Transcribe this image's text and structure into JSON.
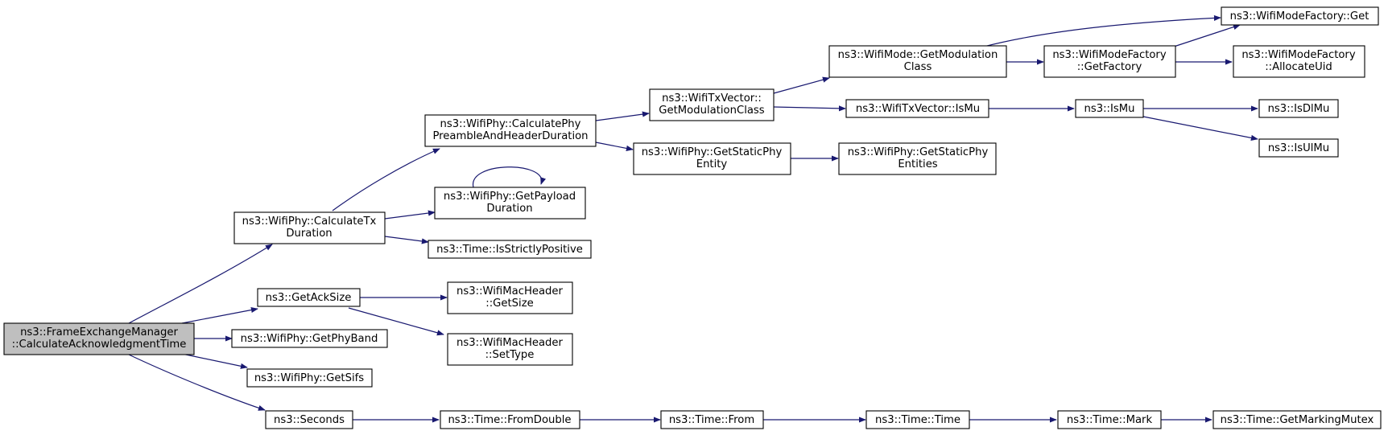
{
  "colors": {
    "edge": "#191970",
    "root_fill": "#bfbfbf",
    "node_fill": "#ffffff",
    "border": "#000000"
  },
  "nodes": {
    "root": [
      "ns3::FrameExchangeManager",
      "::CalculateAcknowledgmentTime"
    ],
    "calc_tx": [
      "ns3::WifiPhy::CalculateTx",
      "Duration"
    ],
    "get_ack": [
      "ns3::GetAckSize"
    ],
    "phy_band": [
      "ns3::WifiPhy::GetPhyBand"
    ],
    "sifs": [
      "ns3::WifiPhy::GetSifs"
    ],
    "seconds": [
      "ns3::Seconds"
    ],
    "preamble": [
      "ns3::WifiPhy::CalculatePhy",
      "PreambleAndHeaderDuration"
    ],
    "payload": [
      "ns3::WifiPhy::GetPayload",
      "Duration"
    ],
    "strictly": [
      "ns3::Time::IsStrictlyPositive"
    ],
    "mac_size": [
      "ns3::WifiMacHeader",
      "::GetSize"
    ],
    "mac_type": [
      "ns3::WifiMacHeader",
      "::SetType"
    ],
    "from_double": [
      "ns3::Time::FromDouble"
    ],
    "txv_mod": [
      "ns3::WifiTxVector::",
      "GetModulationClass"
    ],
    "static_phy": [
      "ns3::WifiPhy::GetStaticPhy",
      "Entity"
    ],
    "time_from": [
      "ns3::Time::From"
    ],
    "mode_mod": [
      "ns3::WifiMode::GetModulation",
      "Class"
    ],
    "txv_ismu": [
      "ns3::WifiTxVector::IsMu"
    ],
    "static_entities": [
      "ns3::WifiPhy::GetStaticPhy",
      "Entities"
    ],
    "time_time": [
      "ns3::Time::Time"
    ],
    "factory": [
      "ns3::WifiModeFactory",
      "::GetFactory"
    ],
    "ismu": [
      "ns3::IsMu"
    ],
    "time_mark": [
      "ns3::Time::Mark"
    ],
    "factory_get": [
      "ns3::WifiModeFactory::Get"
    ],
    "alloc_uid": [
      "ns3::WifiModeFactory",
      "::AllocateUid"
    ],
    "isdlmu": [
      "ns3::IsDlMu"
    ],
    "isulmu": [
      "ns3::IsUlMu"
    ],
    "marking_mutex": [
      "ns3::Time::GetMarkingMutex"
    ]
  }
}
